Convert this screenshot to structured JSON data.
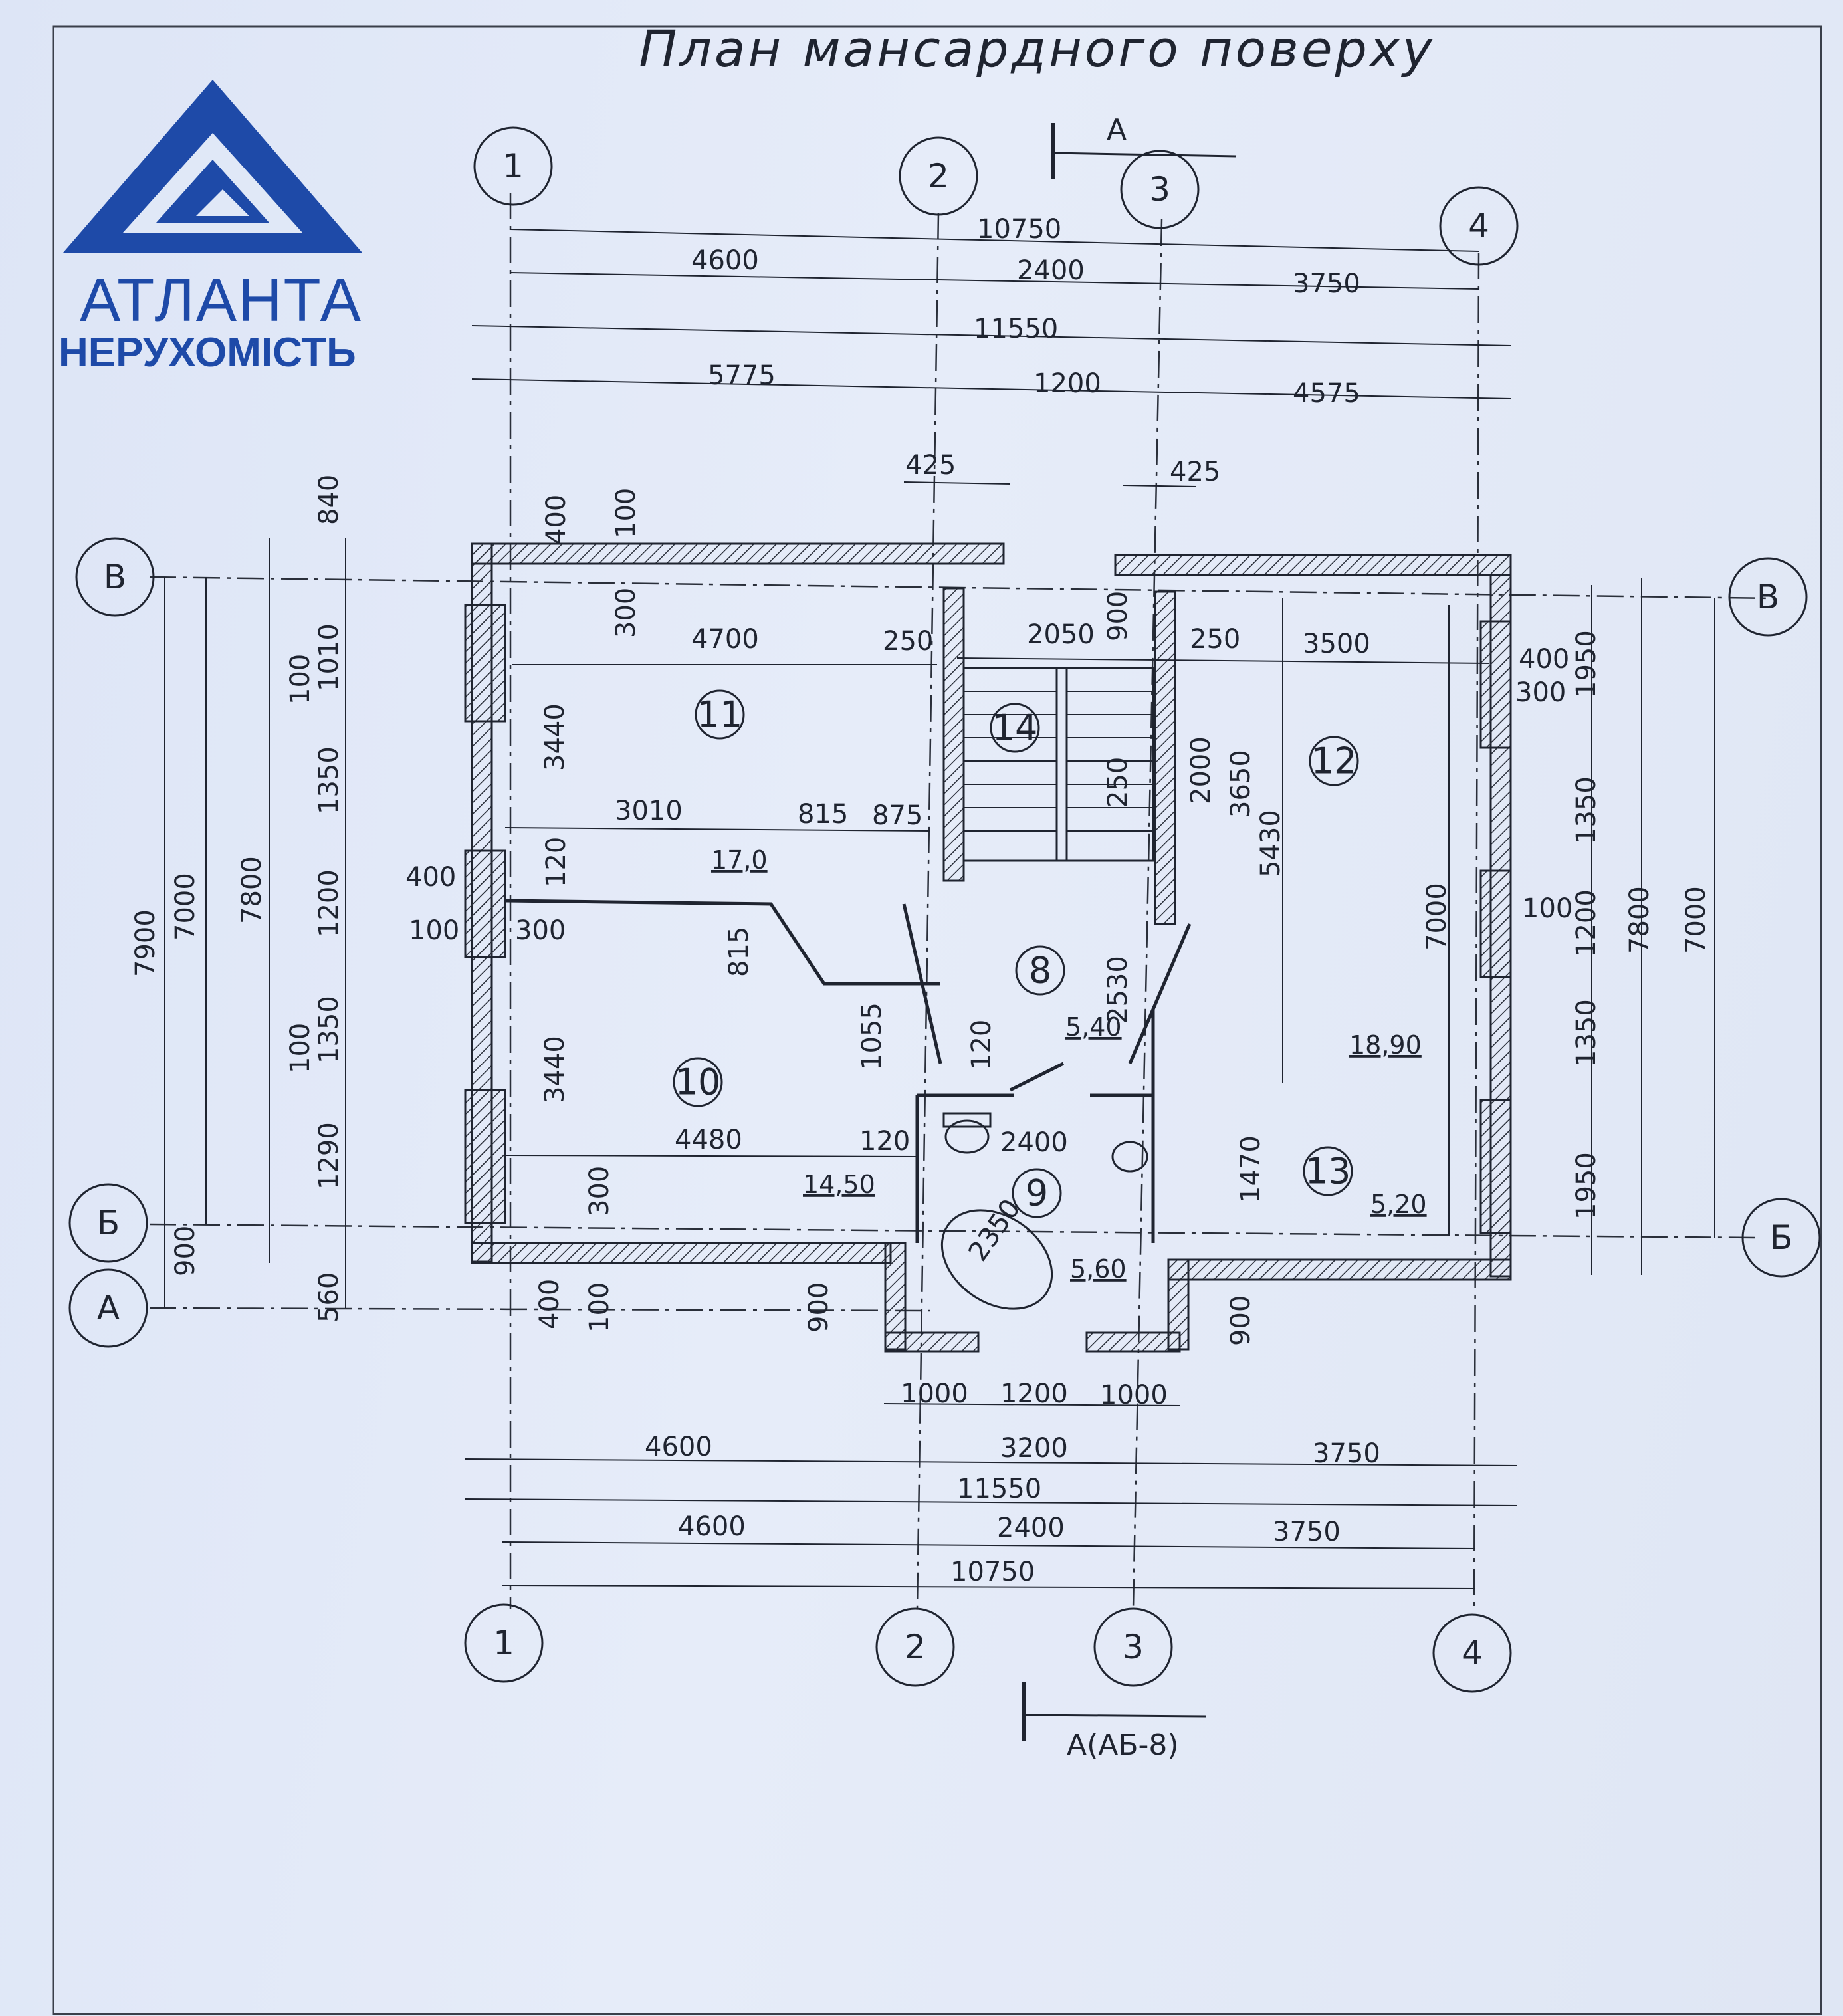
{
  "title": "План мансардного поверху",
  "logo": {
    "name": "АТЛАНТА",
    "subtitle": "НЕРУХОМІСТЬ",
    "color": "#1e4aa8"
  },
  "axes": {
    "vertical": [
      "1",
      "2",
      "3",
      "4"
    ],
    "horizontal": [
      "В",
      "Б",
      "А"
    ]
  },
  "section": {
    "top": "А",
    "bottom": "А(АБ-8)"
  },
  "dimensions": {
    "top_row1": "10750",
    "top_row2": [
      "4600",
      "2400",
      "3750"
    ],
    "top_row3": "11550",
    "top_row4": [
      "5775",
      "1200",
      "4575"
    ],
    "top_small": [
      "425",
      "425"
    ],
    "bottom_row1": [
      "1000",
      "1200",
      "1000"
    ],
    "bottom_row2": [
      "4600",
      "3200",
      "3750"
    ],
    "bottom_row3": "11550",
    "bottom_row4": [
      "4600",
      "2400",
      "3750"
    ],
    "bottom_row5": "10750",
    "left_overall": [
      "7900",
      "7000",
      "7800",
      "900",
      "560"
    ],
    "left_chain": [
      "840",
      "1010",
      "100",
      "1350",
      "1200",
      "1350",
      "100",
      "1290"
    ],
    "left_small": [
      "400",
      "100",
      "400",
      "100",
      "300",
      "120"
    ],
    "right_chain": [
      "1950",
      "1350",
      "1200",
      "1350",
      "1950"
    ],
    "right_overall": [
      "7800",
      "7000"
    ],
    "right_small": [
      "400",
      "300",
      "100"
    ],
    "interior": {
      "d4700": "4700",
      "d250a": "250",
      "d2050": "2050",
      "d900": "900",
      "d250b": "250",
      "d3500": "3500",
      "d3440a": "3440",
      "d300a": "300",
      "d3010": "3010",
      "d815a": "815",
      "d875": "875",
      "d120a": "120",
      "d815b": "815",
      "d1055": "1055",
      "d3440b": "3440",
      "d4480": "4480",
      "d120b": "120",
      "d2400": "2400",
      "d120c": "120",
      "d2350": "2350",
      "d2530": "2530",
      "d250c": "250",
      "d2000": "2000",
      "d3650": "3650",
      "d5430": "5430",
      "d7000": "7000",
      "d1470": "1470",
      "d300b": "300",
      "d400": "400",
      "d100": "100",
      "d900a": "900",
      "d900b": "900"
    }
  },
  "rooms": [
    {
      "num": "11",
      "area": ""
    },
    {
      "num": "14",
      "area": ""
    },
    {
      "num": "12",
      "area": "18,90"
    },
    {
      "num": "10",
      "area": "14,50"
    },
    {
      "num": "8",
      "area": "5,40"
    },
    {
      "num": "9",
      "area": "5,60"
    },
    {
      "num": "13",
      "area": "5,20"
    }
  ],
  "area_extra": "17,0"
}
